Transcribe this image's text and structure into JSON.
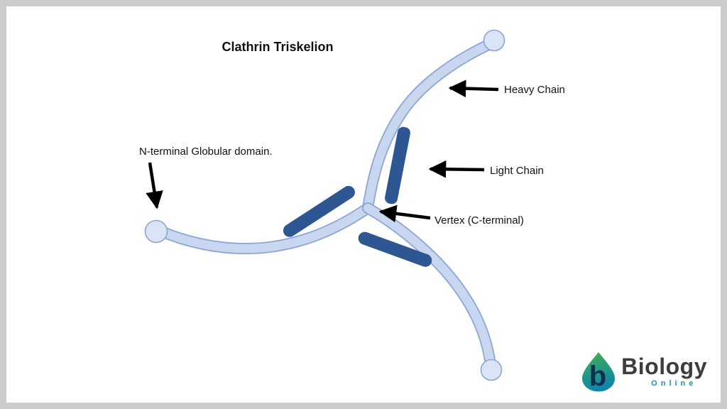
{
  "title": "Clathrin Triskelion",
  "labels": {
    "heavy_chain": "Heavy Chain",
    "light_chain": "Light Chain",
    "vertex": "Vertex (C-terminal)",
    "n_terminal": "N-terminal Globular domain."
  },
  "logo": {
    "brand": "Biology",
    "sub": "Online",
    "icon_letter": "b"
  },
  "colors": {
    "chain_fill": "#c8d6ef",
    "chain_stroke": "#8aa5d6",
    "node_fill": "#dbe4f4",
    "light_chain_fill": "#2e5693",
    "arrow": "#000000",
    "logo_green": "#45b049",
    "logo_teal": "#0d86ab",
    "logo_navy": "#0d3050"
  }
}
